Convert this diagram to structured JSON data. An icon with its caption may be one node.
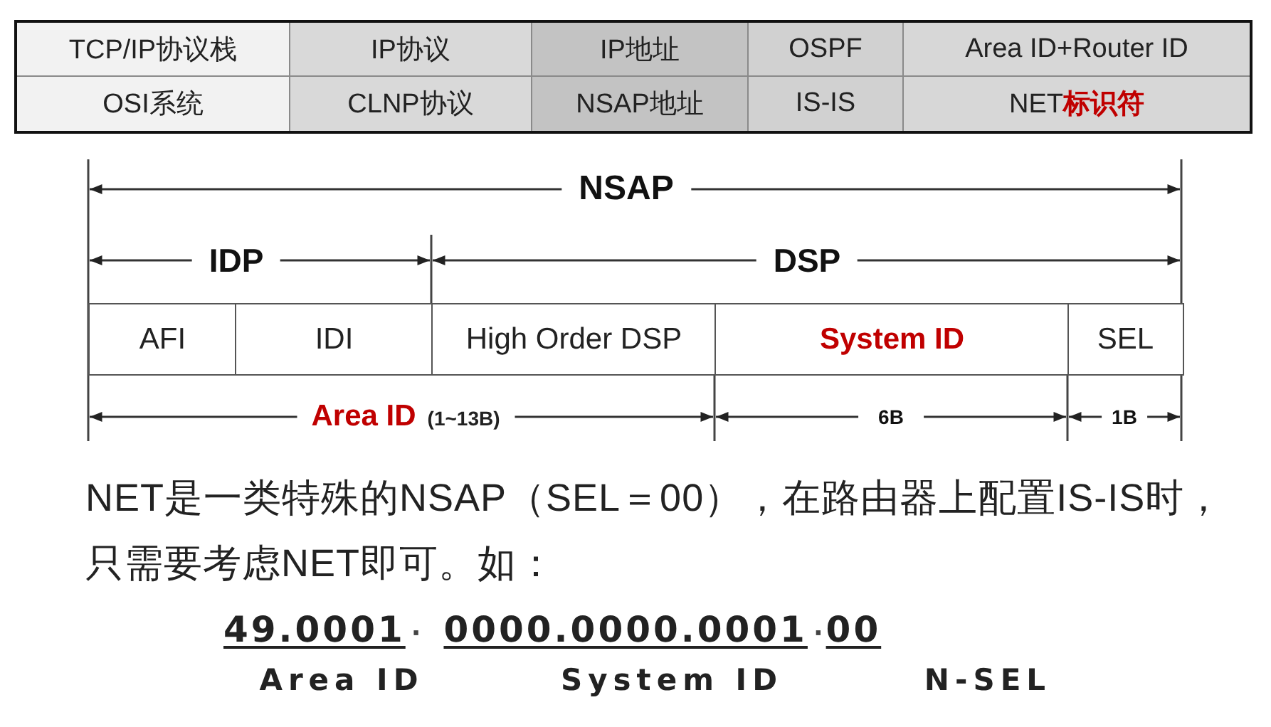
{
  "diagram": {
    "nodes": [
      {
        "text": [
          "AFI"
        ]
      },
      {
        "text": [
          "IDI"
        ]
      },
      {
        "text": [
          "High Order DSP"
        ]
      },
      {
        "text": [
          "System ID"
        ]
      },
      {
        "text": [
          "SEL"
        ]
      }
    ],
    "labels": [
      "TCP/IP协议栈",
      "IP协议",
      "IP地址",
      "OSPF",
      "Area ID+Router ID",
      "OSI系统",
      "CLNP协议",
      "NSAP地址",
      "IS-IS",
      "NET**标识符**",
      "NSAP",
      "IDP",
      "DSP",
      "Area ID",
      "(1~13B)",
      "6B",
      "1B",
      "NET是一类特殊的NSAP（SEL＝00），在路由器上配置IS-IS时，只需要考虑NET即可。如：",
      "49.0001",
      "·",
      "0000.0000.0001",
      "·",
      "00",
      "Area ID",
      "System ID",
      "N-SEL"
    ]
  }
}
